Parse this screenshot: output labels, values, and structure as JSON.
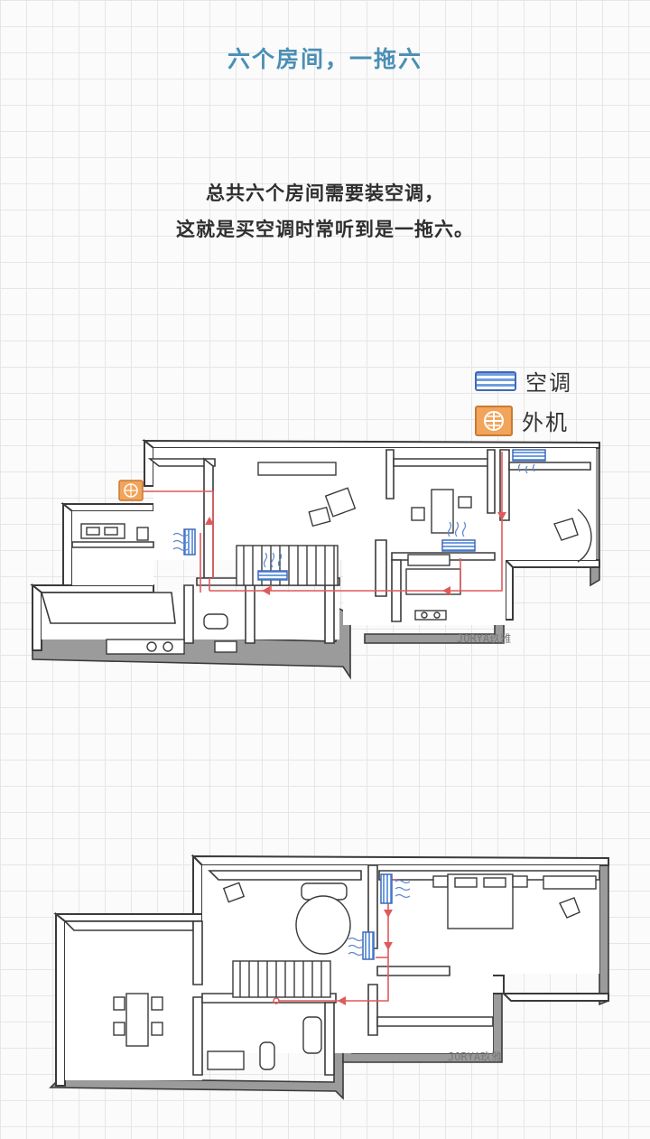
{
  "title": "六个房间，一拖六",
  "intro": {
    "line1": "总共六个房间需要装空调，",
    "line2": "这就是买空调时常听到是一拖六。"
  },
  "legend": {
    "ac_label": "空调",
    "outdoor_label": "外机"
  },
  "watermark": "JORYA玖雅",
  "colors": {
    "title": "#4a8fb4",
    "ac_unit": "#6f9ee0",
    "ac_border": "#3f68b8",
    "outdoor_unit": "#f2a45a",
    "pipe": "#e05a5a",
    "wall_gray": "#9b9b9b",
    "wall_dark": "#3a3a3a"
  }
}
